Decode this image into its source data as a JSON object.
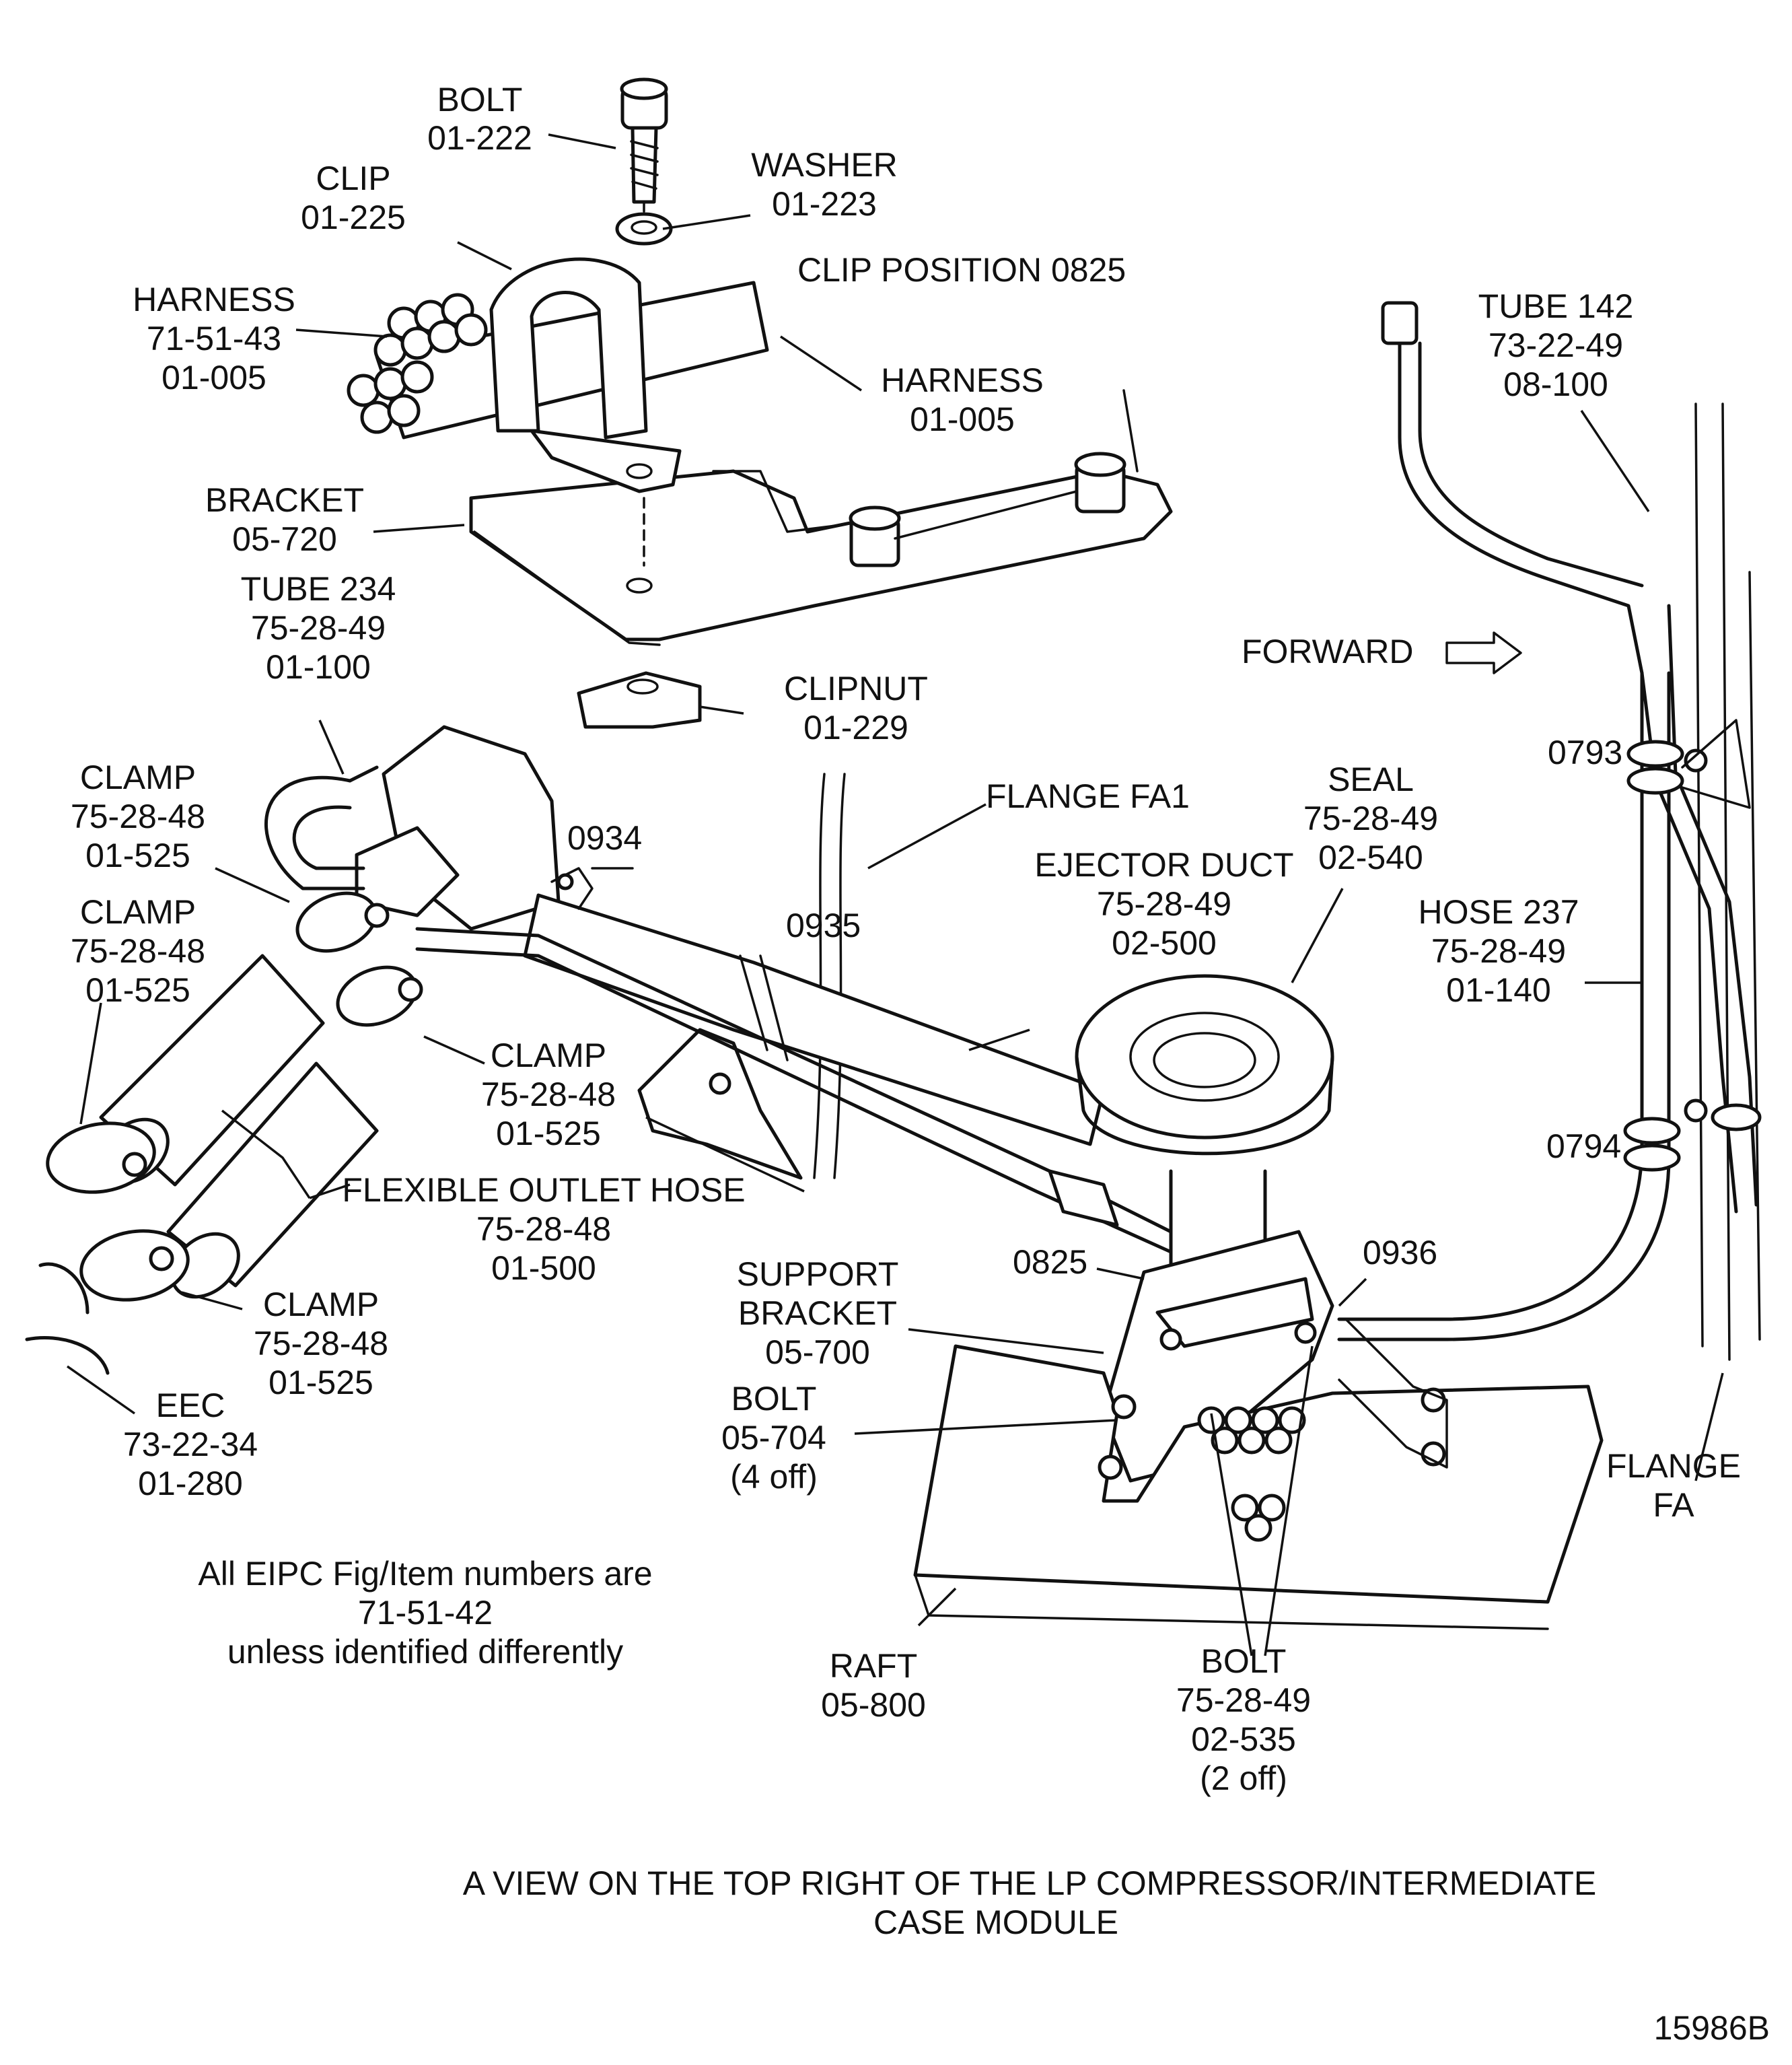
{
  "labels": {
    "bolt_top": [
      "BOLT",
      "01-222"
    ],
    "washer": [
      "WASHER",
      "01-223"
    ],
    "clip": [
      "CLIP",
      "01-225"
    ],
    "clip_position": "CLIP POSITION 0825",
    "harness_left": [
      "HARNESS",
      "71-51-43",
      "01-005"
    ],
    "harness_right": [
      "HARNESS",
      "01-005"
    ],
    "tube_142": [
      "TUBE 142",
      "73-22-49",
      "08-100"
    ],
    "bracket": [
      "BRACKET",
      "05-720"
    ],
    "tube_234": [
      "TUBE 234",
      "75-28-49",
      "01-100"
    ],
    "forward": "FORWARD",
    "clipnut": [
      "CLIPNUT",
      "01-229"
    ],
    "clamp_1": [
      "CLAMP",
      "75-28-48",
      "01-525"
    ],
    "clamp_2": [
      "CLAMP",
      "75-28-48",
      "01-525"
    ],
    "clamp_3": [
      "CLAMP",
      "75-28-48",
      "01-525"
    ],
    "clamp_4": [
      "CLAMP",
      "75-28-48",
      "01-525"
    ],
    "flange_fa1": "FLANGE FA1",
    "seal": [
      "SEAL",
      "75-28-49",
      "02-540"
    ],
    "ref_0793": "0793",
    "ref_0934": "0934",
    "ref_0935": "0935",
    "ref_0794": "0794",
    "ref_0825": "0825",
    "ref_0936": "0936",
    "ejector_duct": [
      "EJECTOR DUCT",
      "75-28-49",
      "02-500"
    ],
    "hose_237": [
      "HOSE 237",
      "75-28-49",
      "01-140"
    ],
    "flexible_outlet_hose": [
      "FLEXIBLE OUTLET HOSE",
      "75-28-48",
      "01-500"
    ],
    "support_bracket": [
      "SUPPORT",
      "BRACKET",
      "05-700"
    ],
    "bolt_support": [
      "BOLT",
      "05-704",
      "(4 off)"
    ],
    "eec": [
      "EEC",
      "73-22-34",
      "01-280"
    ],
    "flange_fa": [
      "FLANGE",
      "FA"
    ],
    "note": [
      "All EIPC Fig/Item numbers are",
      "71-51-42",
      "unless identified differently"
    ],
    "raft": [
      "RAFT",
      "05-800"
    ],
    "bolt_raft": [
      "BOLT",
      "75-28-49",
      "02-535",
      "(2 off)"
    ],
    "caption": [
      "A VIEW ON THE TOP RIGHT OF THE LP COMPRESSOR/INTERMEDIATE",
      "CASE MODULE"
    ],
    "figure_number": "15986B"
  }
}
